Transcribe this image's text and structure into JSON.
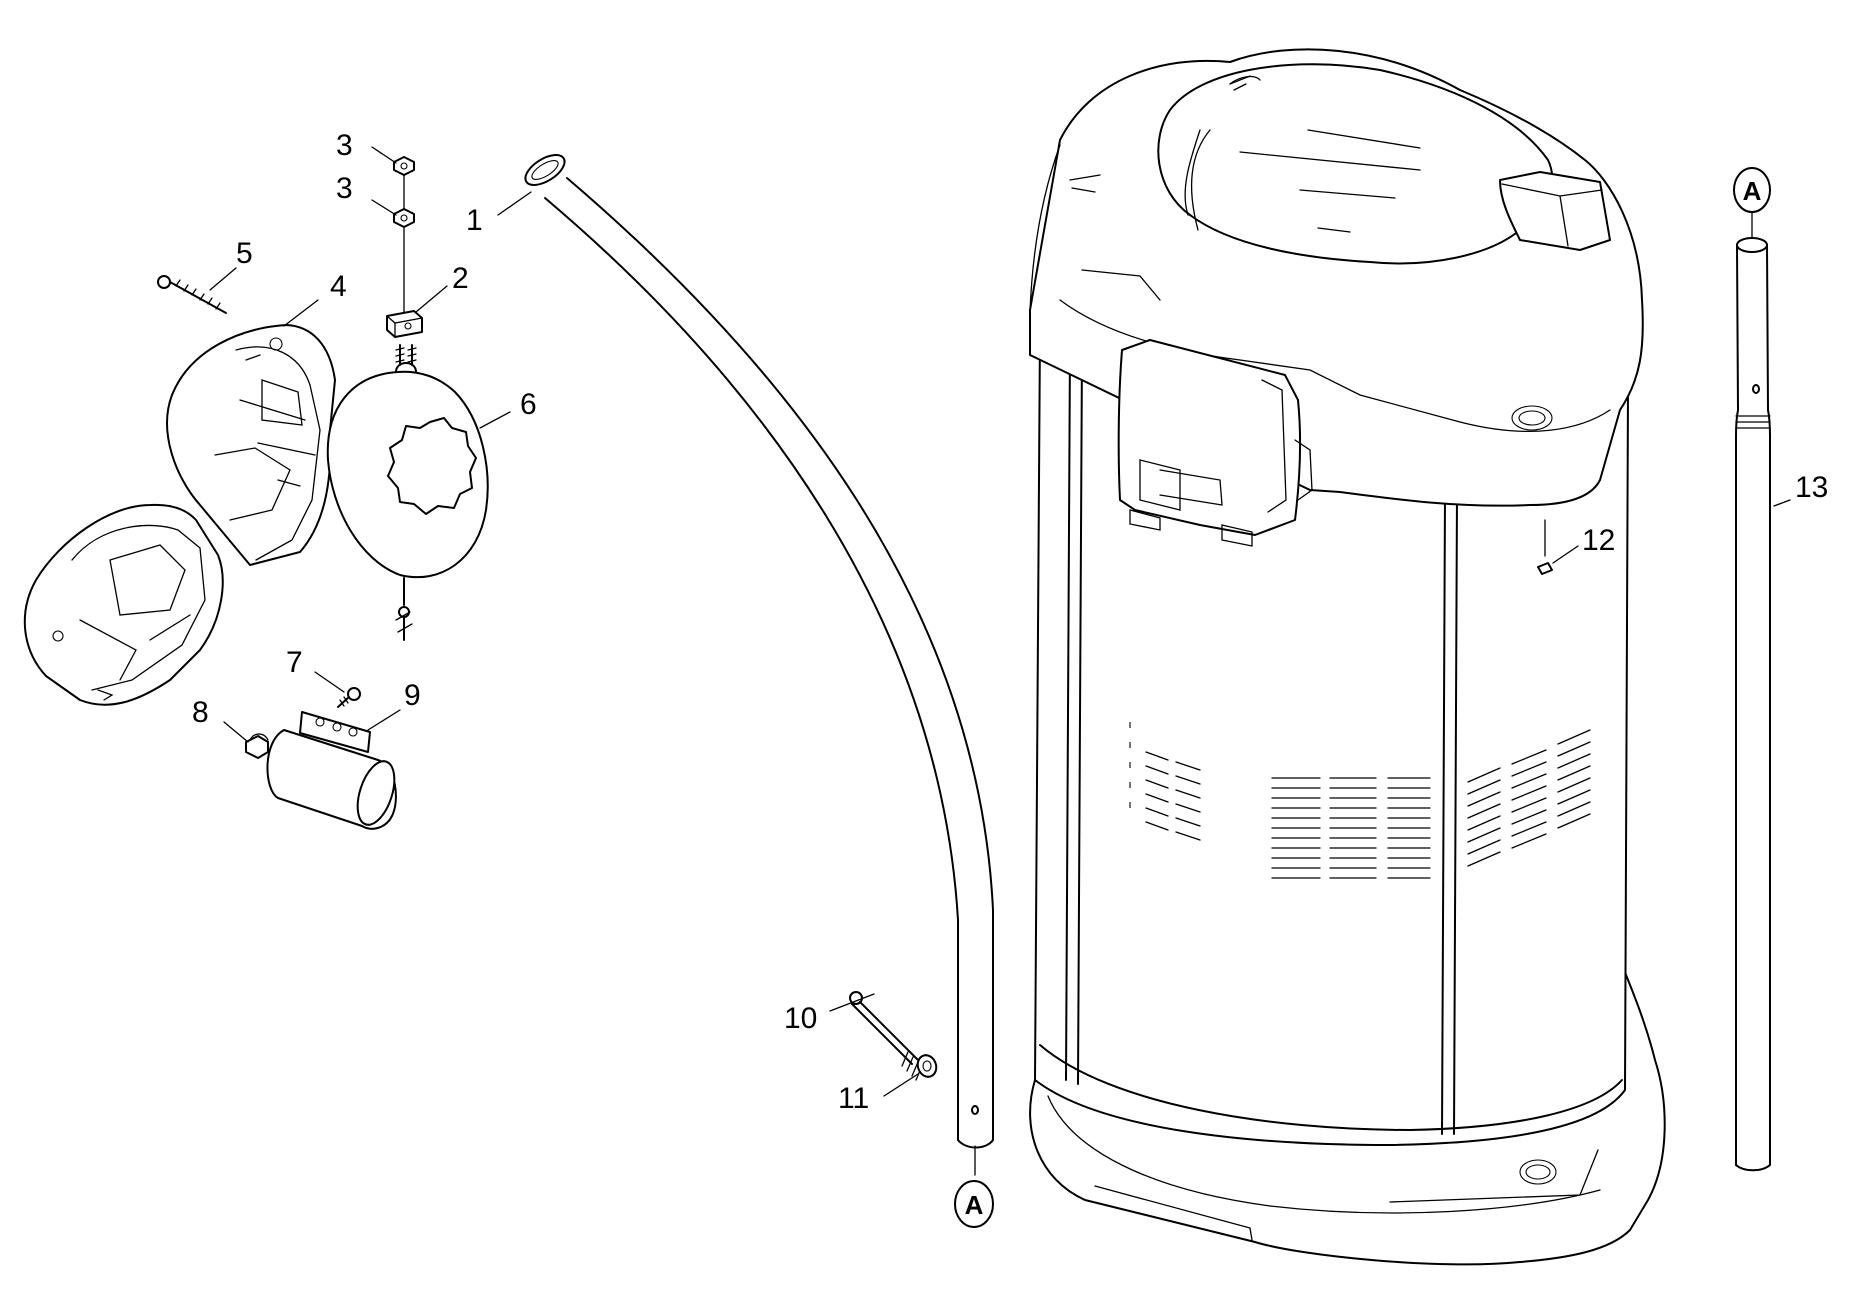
{
  "callouts": {
    "c1": "1",
    "c2": "2",
    "c3a": "3",
    "c3b": "3",
    "c4": "4",
    "c5": "5",
    "c6": "6",
    "c7": "7",
    "c8": "8",
    "c9": "9",
    "c10": "10",
    "c11": "11",
    "c12": "12",
    "c13": "13"
  },
  "connector_marks": {
    "hose_end": "A",
    "tube_top": "A"
  }
}
